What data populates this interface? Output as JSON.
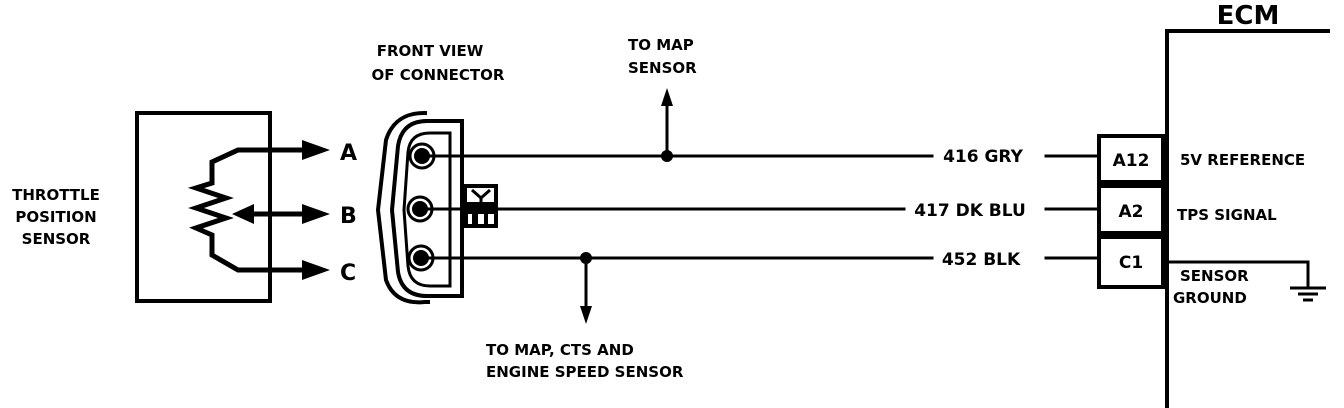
{
  "diagram": {
    "type": "wiring-schematic",
    "colors": {
      "ink": "#000000",
      "background": "#ffffff"
    },
    "sensor": {
      "label_lines": [
        "THROTTLE",
        "POSITION",
        "SENSOR"
      ]
    },
    "connector": {
      "title_lines": [
        "FRONT VIEW",
        "OF CONNECTOR"
      ],
      "pins": [
        "A",
        "B",
        "C"
      ]
    },
    "wires": [
      {
        "pin": "A",
        "circuit": "416 GRY",
        "ecm_pin": "A12",
        "function": "5V REFERENCE"
      },
      {
        "pin": "B",
        "circuit": "417 DK BLU",
        "ecm_pin": "A2",
        "function": "TPS SIGNAL"
      },
      {
        "pin": "C",
        "circuit": "452 BLK",
        "ecm_pin": "C1",
        "function_lines": [
          "SENSOR",
          "GROUND"
        ]
      }
    ],
    "splices": {
      "top": {
        "label_lines": [
          "TO MAP",
          "SENSOR"
        ]
      },
      "bottom": {
        "label_lines": [
          "TO MAP, CTS AND",
          "ENGINE SPEED SENSOR"
        ]
      }
    },
    "ecm": {
      "label": "ECM"
    }
  }
}
